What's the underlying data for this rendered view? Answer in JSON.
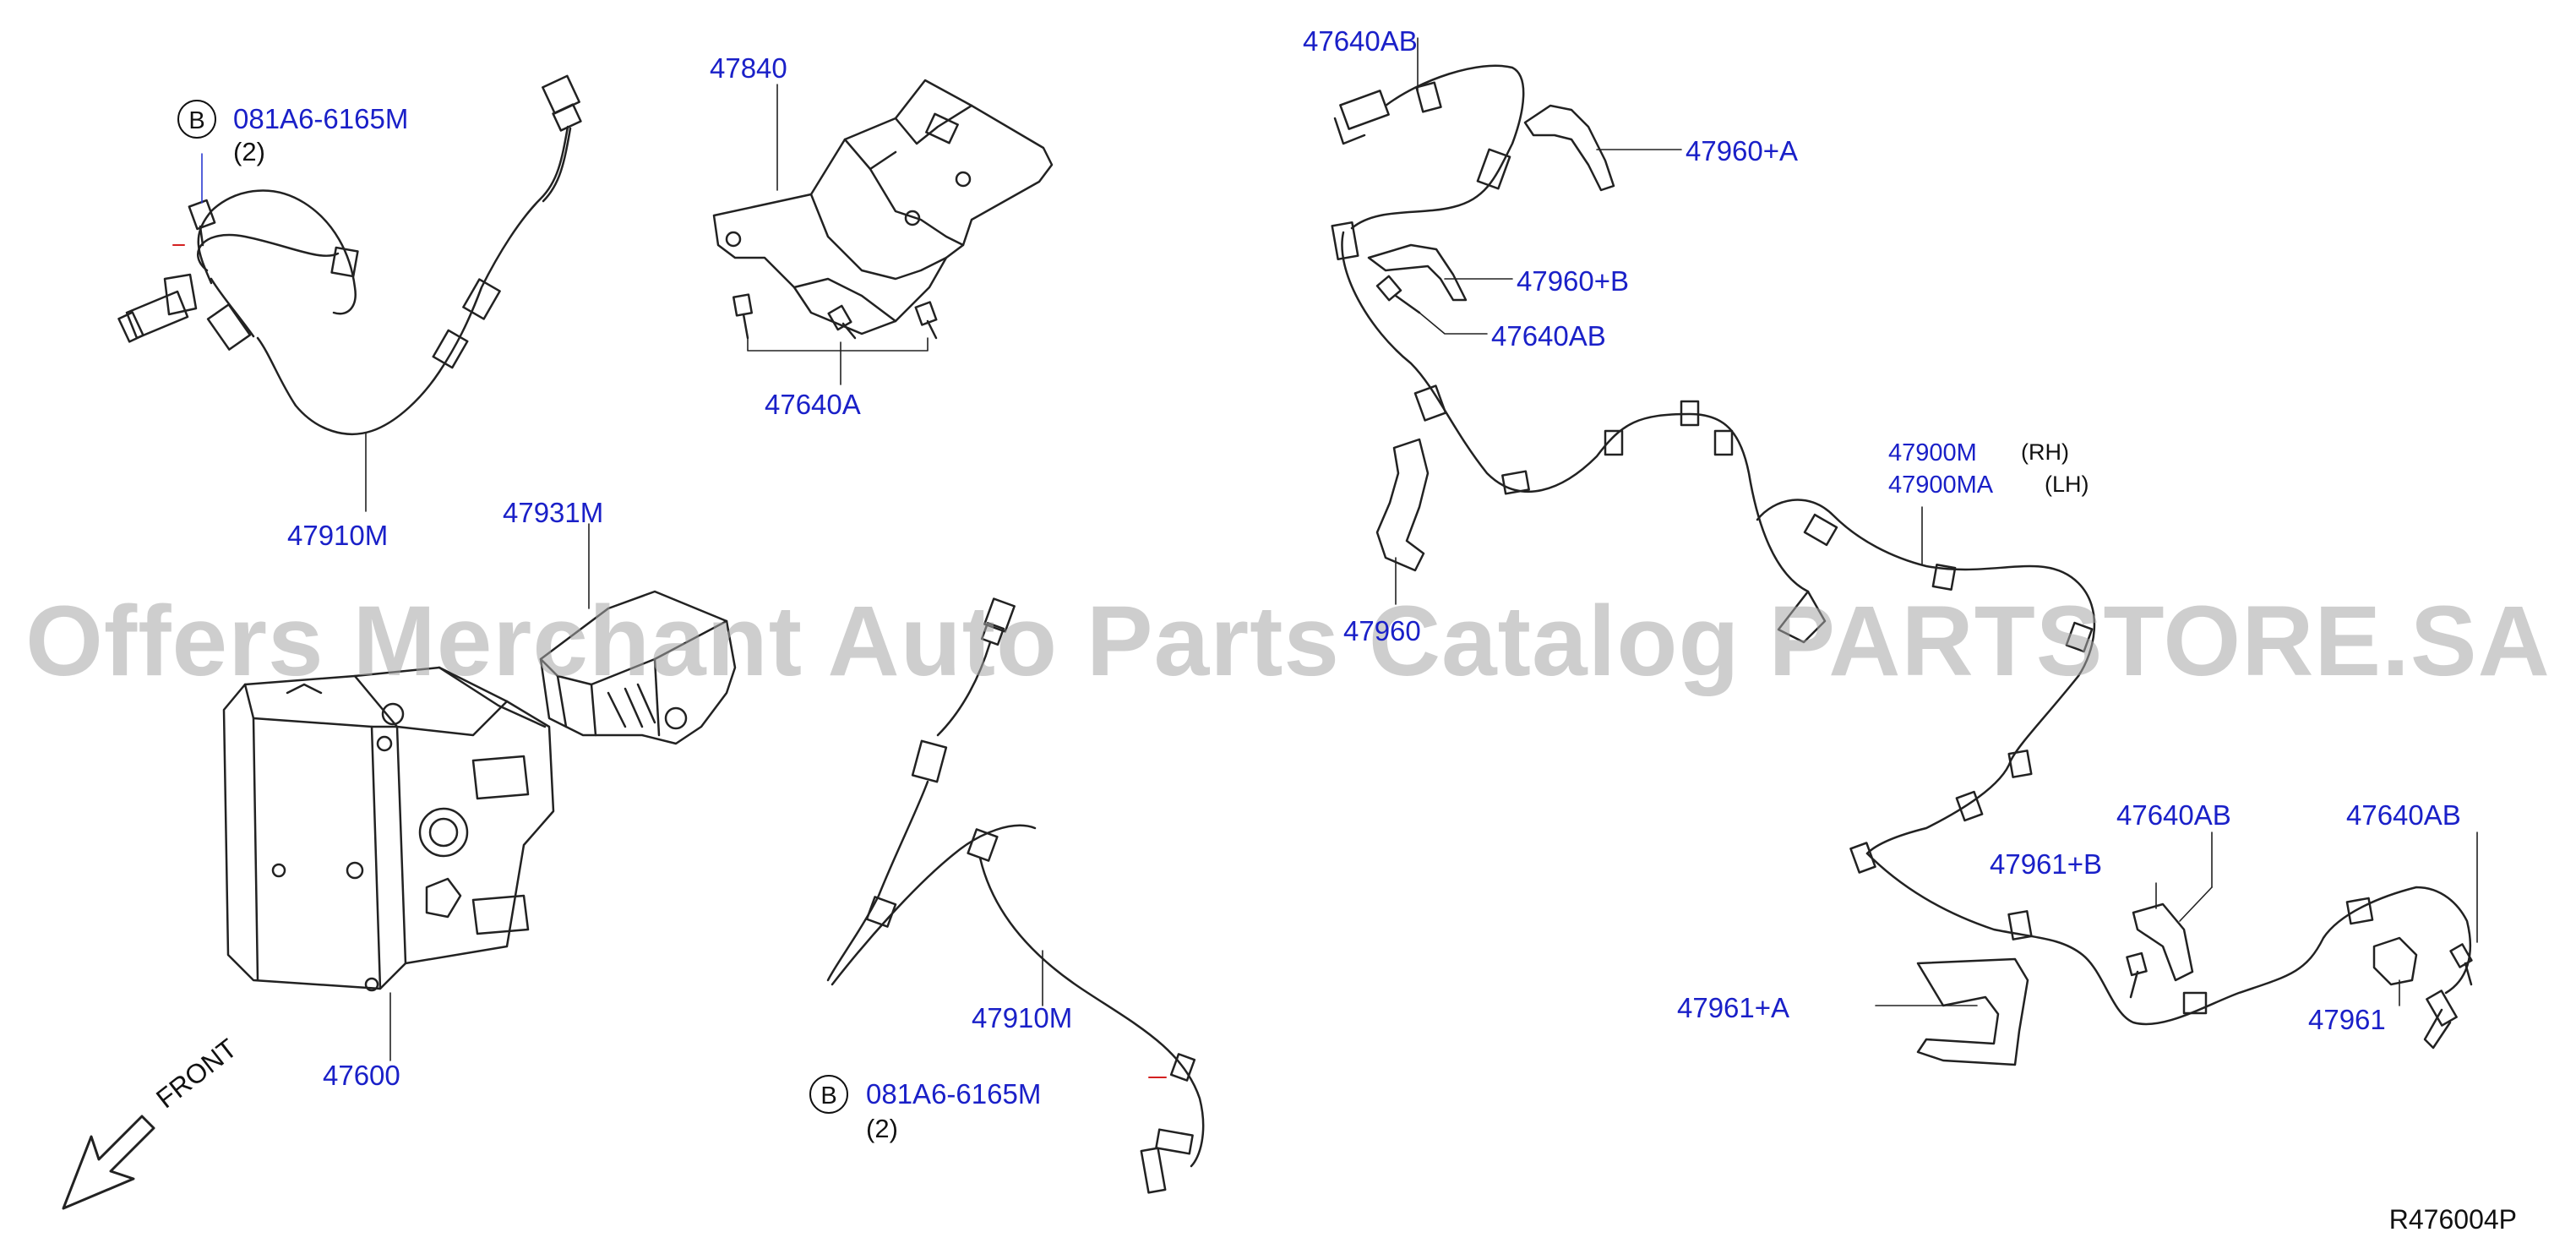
{
  "diagram": {
    "watermark": "Offers Merchant Auto Parts Catalog PARTSTORE.SA",
    "reference_code": "R476004P",
    "front_indicator": "FRONT",
    "labels": {
      "bolt_top_left": "081A6-6165M",
      "bolt_top_left_qty": "(2)",
      "bolt_top_left_tag": "B",
      "sensor_front_left": "47910M",
      "bracket_main": "47840",
      "bracket_bolts": "47640A",
      "sensor_unit": "47931M",
      "actuator": "47600",
      "sensor_front_right": "47910M",
      "bolt_bottom": "081A6-6165M",
      "bolt_bottom_qty": "(2)",
      "bolt_bottom_tag": "B",
      "bolt_rear_top": "47640AB",
      "clip_a": "47960+A",
      "clip_b": "47960+B",
      "bolt_rear_mid": "47640AB",
      "clip_960": "47960",
      "harness_rh": "47900M",
      "harness_rh_side": "(RH)",
      "harness_lh": "47900MA",
      "harness_lh_side": "(LH)",
      "bolt_rear_lower_1": "47640AB",
      "bolt_rear_lower_2": "47640AB",
      "clip_961b": "47961+B",
      "clip_961a": "47961+A",
      "clip_961": "47961"
    }
  }
}
